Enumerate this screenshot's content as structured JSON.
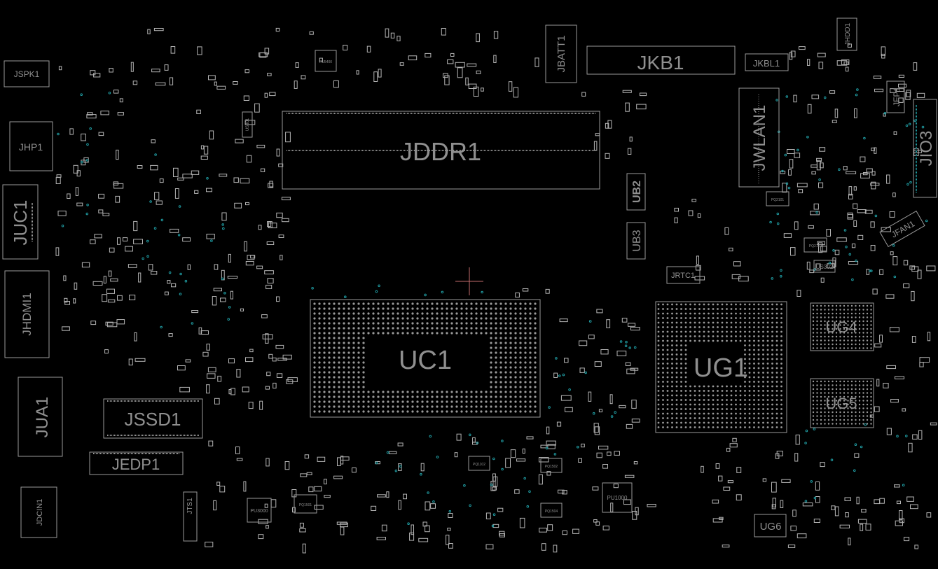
{
  "colors": {
    "background": "#000000",
    "outline": "#9a9a9a",
    "label": "#8f8f8f",
    "via": "#1f9aa0",
    "cursor": "#c26b6b"
  },
  "components": [
    {
      "id": "JSPK1",
      "label": "JSPK1",
      "size": "small"
    },
    {
      "id": "JHP1",
      "label": "JHP1",
      "size": "medium"
    },
    {
      "id": "JUC1",
      "label": "JUC1",
      "size": "large",
      "vertical": true
    },
    {
      "id": "JHDMI1",
      "label": "JHDMI1",
      "size": "medium",
      "vertical": true
    },
    {
      "id": "JUA1",
      "label": "JUA1",
      "size": "large",
      "vertical": true
    },
    {
      "id": "JDCIN1",
      "label": "JDCIN1",
      "size": "small",
      "vertical": true
    },
    {
      "id": "JSSD1",
      "label": "JSSD1",
      "size": "large"
    },
    {
      "id": "JEDP1",
      "label": "JEDP1",
      "size": "large"
    },
    {
      "id": "JDDR1",
      "label": "JDDR1",
      "size": "xlarge"
    },
    {
      "id": "UC1",
      "label": "UC1",
      "size": "xlarge"
    },
    {
      "id": "JBATT1",
      "label": "JBATT1",
      "size": "small",
      "vertical": true
    },
    {
      "id": "JKB1",
      "label": "JKB1",
      "size": "large"
    },
    {
      "id": "JKBL1",
      "label": "JKBL1",
      "size": "small"
    },
    {
      "id": "JHDD1",
      "label": "JHDD1",
      "size": "small",
      "vertical": true
    },
    {
      "id": "JWLAN1",
      "label": "JWLAN1",
      "size": "large",
      "vertical": true
    },
    {
      "id": "JFP1",
      "label": "JFP1",
      "size": "small",
      "vertical": true
    },
    {
      "id": "JIO3",
      "label": "JIO3",
      "size": "large",
      "vertical": true
    },
    {
      "id": "UB2",
      "label": "UB2",
      "size": "medium",
      "vertical": true
    },
    {
      "id": "UB3",
      "label": "UB3",
      "size": "medium",
      "vertical": true
    },
    {
      "id": "JRTC1",
      "label": "JRTC1",
      "size": "small"
    },
    {
      "id": "JFAN1",
      "label": "JFAN1",
      "size": "small",
      "rotated": true
    },
    {
      "id": "UG1",
      "label": "UG1",
      "size": "xlarge"
    },
    {
      "id": "UG4",
      "label": "UG4",
      "size": "large"
    },
    {
      "id": "UG5",
      "label": "UG5",
      "size": "large"
    },
    {
      "id": "UG6",
      "label": "UG6",
      "size": "medium"
    },
    {
      "id": "JTS1",
      "label": "JTS1",
      "size": "small",
      "vertical": true
    },
    {
      "id": "US302",
      "label": "US302",
      "size": "tiny"
    },
    {
      "id": "US301",
      "label": "US301",
      "size": "tiny",
      "vertical": true
    },
    {
      "id": "PU3000",
      "label": "PU3000",
      "size": "tiny"
    },
    {
      "id": "PU1000",
      "label": "PU1000",
      "size": "tiny"
    },
    {
      "id": "PU5400",
      "label": "PU5400",
      "size": "tiny"
    },
    {
      "id": "PQ1501",
      "label": "PQ1501",
      "size": "tiny"
    },
    {
      "id": "PQ1102",
      "label": "PQ1102",
      "size": "tiny"
    },
    {
      "id": "PQ1502",
      "label": "PQ1502",
      "size": "tiny"
    },
    {
      "id": "PQ1504",
      "label": "PQ1504",
      "size": "tiny"
    },
    {
      "id": "PQ2101",
      "label": "PQ2101",
      "size": "tiny"
    },
    {
      "id": "PQ2102",
      "label": "PQ2102",
      "size": "tiny"
    }
  ]
}
